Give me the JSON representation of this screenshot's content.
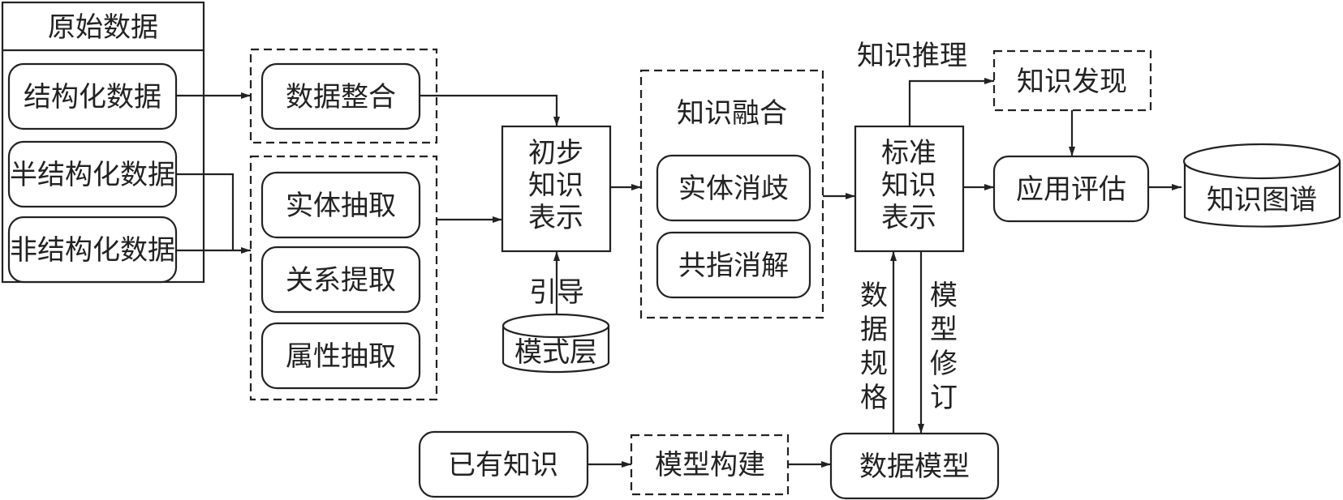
{
  "diagram": {
    "raw_data": {
      "title": "原始数据",
      "items": [
        "结构化数据",
        "半结构化数据",
        "非结构化数据"
      ]
    },
    "data_integration": {
      "label": "数据整合"
    },
    "extraction": {
      "items": [
        "实体抽取",
        "关系提取",
        "属性抽取"
      ]
    },
    "preliminary_knowledge": {
      "lines": [
        "初步",
        "知识",
        "表示"
      ]
    },
    "guide_label": "引导",
    "schema_layer": {
      "label": "模式层"
    },
    "knowledge_fusion": {
      "title": "知识融合",
      "items": [
        "实体消歧",
        "共指消解"
      ]
    },
    "standard_knowledge": {
      "lines": [
        "标准",
        "知识",
        "表示"
      ]
    },
    "knowledge_reasoning_label": "知识推理",
    "knowledge_discovery": {
      "label": "知识发现"
    },
    "application_evaluation": {
      "label": "应用评估"
    },
    "knowledge_graph": {
      "label": "知识图谱"
    },
    "data_spec_label": [
      "数",
      "据",
      "规",
      "格"
    ],
    "model_revision_label": [
      "模",
      "型",
      "修",
      "订"
    ],
    "existing_knowledge": {
      "label": "已有知识"
    },
    "model_building": {
      "label": "模型构建"
    },
    "data_model": {
      "label": "数据模型"
    }
  }
}
